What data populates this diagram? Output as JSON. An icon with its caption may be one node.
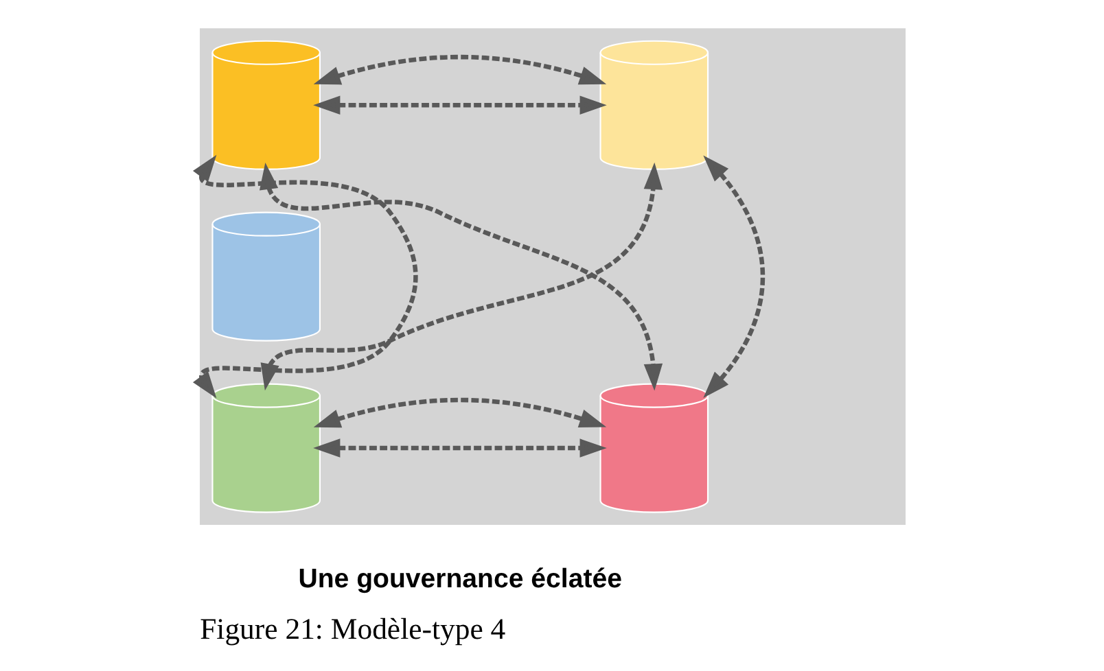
{
  "diagram": {
    "caption": "Figure 21: Modèle-type 4",
    "nodes": [
      {
        "text": [],
        "shape": "box"
      },
      {
        "text": [],
        "shape": "cylinder",
        "in": 0
      },
      {
        "text": [],
        "shape": "cylinder",
        "in": 0
      },
      {
        "text": [],
        "shape": "cylinder",
        "in": 0
      },
      {
        "text": [],
        "shape": "cylinder",
        "in": 0
      },
      {
        "text": [],
        "shape": "cylinder",
        "in": 0
      }
    ],
    "edges": [
      {
        "from": 1,
        "to": 2,
        "arrow": "both",
        "style": "dashed"
      },
      {
        "from": 1,
        "to": 2,
        "arrow": "both",
        "style": "dashed"
      },
      {
        "from": 1,
        "to": 4,
        "arrow": "both",
        "style": "dashed"
      },
      {
        "from": 2,
        "to": 5,
        "arrow": "both",
        "style": "dashed"
      },
      {
        "from": 1,
        "to": 5,
        "arrow": "both",
        "style": "dashed"
      },
      {
        "from": 4,
        "to": 2,
        "arrow": "both",
        "style": "dashed"
      },
      {
        "from": 4,
        "to": 5,
        "arrow": "both",
        "style": "dashed"
      },
      {
        "from": 4,
        "to": 5,
        "arrow": "both",
        "style": "dashed"
      }
    ],
    "labels": [
      "Une gouvernance éclatée"
    ]
  }
}
